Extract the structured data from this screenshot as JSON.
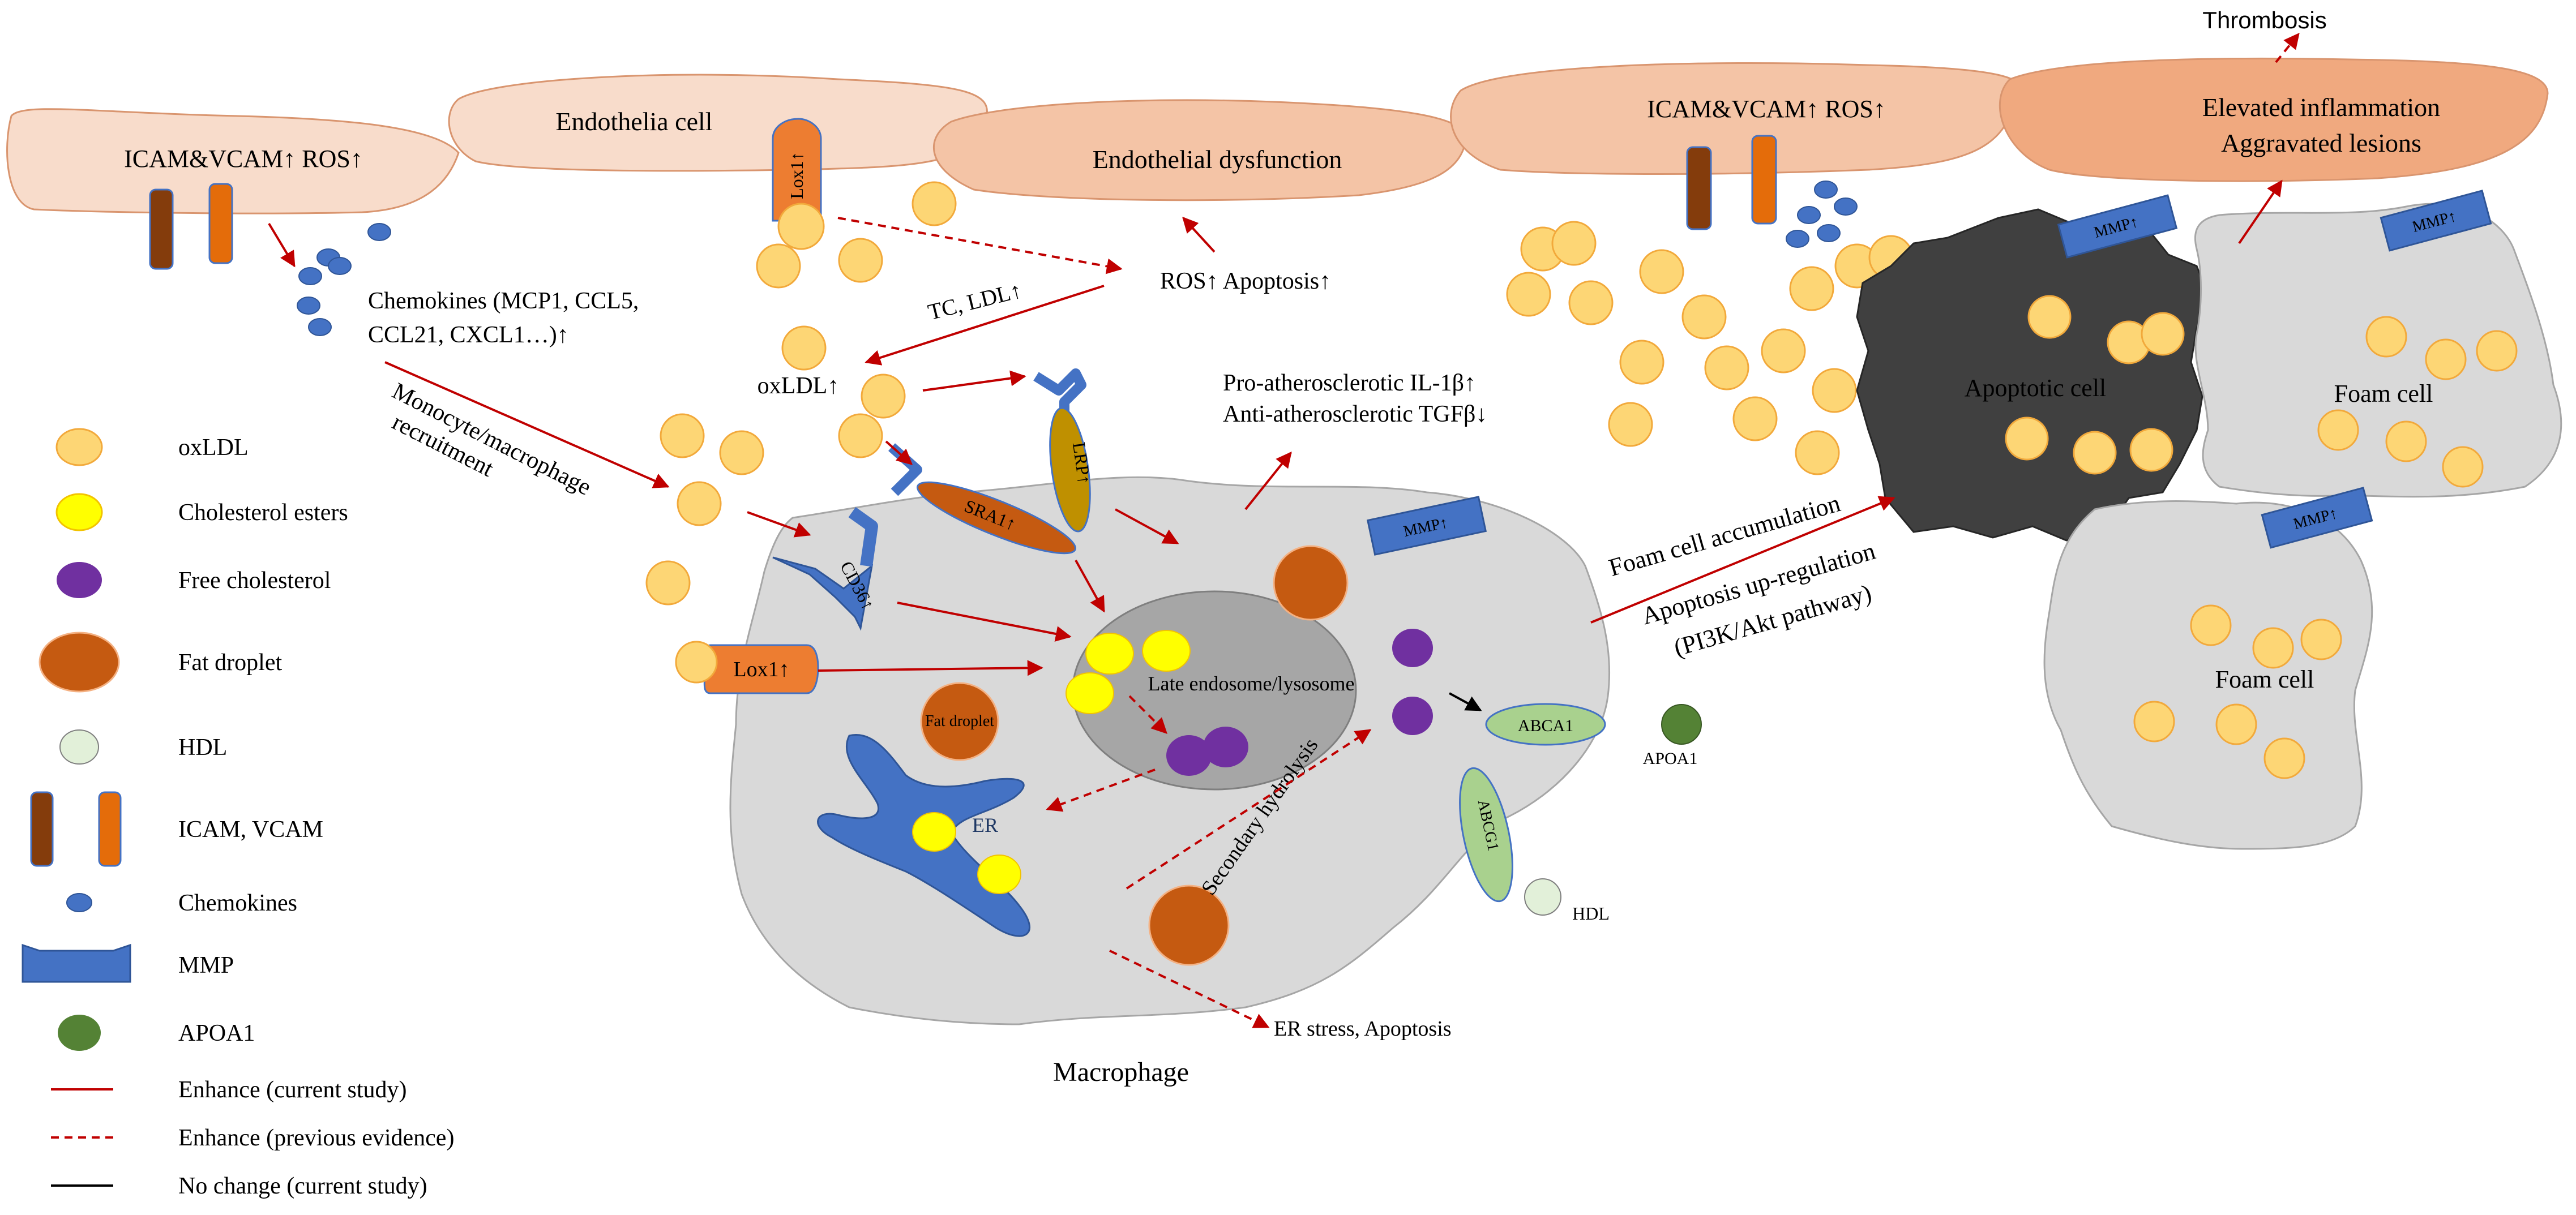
{
  "colors": {
    "endothelium_light": "#f8dccb",
    "endothelium_mid": "#f4c4a6",
    "endothelium_dark": "#f0a97f",
    "oxldl": "#fdd675",
    "oxldl_stroke": "#f2a93b",
    "cholesterol_ester": "#ffff00",
    "free_cholesterol": "#7030a0",
    "fat_droplet": "#c55a11",
    "hdl": "#e2f0d9",
    "icam": "#843c0c",
    "vcam": "#e46c0a",
    "chemokine": "#4472c4",
    "mmp": "#4472c4",
    "apoa1": "#548235",
    "arrow_red": "#c00000",
    "macrophage": "#d9d9d9",
    "apoptotic_cell": "#404040",
    "foam_cell": "#d9d9d9",
    "lox1": "#ed7d31",
    "lrp": "#bf9000",
    "abca1": "#a9d18e"
  },
  "endothelium": {
    "cell_label": "Endothelia cell",
    "left_markers": "ICAM&VCAM↑ ROS↑",
    "dysfunction": "Endothelial dysfunction",
    "right_markers": "ICAM&VCAM↑ ROS↑",
    "inflammation": "Elevated inflammation",
    "lesions": "Aggravated lesions",
    "thrombosis": "Thrombosis"
  },
  "labels": {
    "chemokines_line1": "Chemokines (MCP1, CCL5,",
    "chemokines_line2": "CCL21, CXCL1…)↑",
    "recruitment_line1": "Monocyte/macrophage",
    "recruitment_line2": "recruitment",
    "tc_ldl": "TC, LDL↑",
    "oxldl_up": "oxLDL↑",
    "ros_apoptosis": "ROS↑ Apoptosis↑",
    "il1b": "Pro-atherosclerotic IL-1β↑",
    "tgfb": "Anti-atherosclerotic TGFβ↓",
    "lox1_top": "Lox1↑",
    "lrp": "LRP↑",
    "sra1": "SRA1↑",
    "cd36": "CD36↑",
    "lox1": "Lox1↑",
    "mmp": "MMP↑",
    "late_endosome": "Late endosome/lysosome",
    "fat_droplet": "Fat droplet",
    "er": "ER",
    "secondary_hydrolysis": "Secondary hydrolysis",
    "er_stress": "ER stress, Apoptosis",
    "abca1": "ABCA1",
    "apoa1": "APOA1",
    "abcg1": "ABCG1",
    "hdl": "HDL",
    "macrophage": "Macrophage",
    "foam_accumulation": "Foam cell accumulation",
    "apoptosis_up": "Apoptosis up-regulation",
    "pi3k": "(PI3K/Akt pathway)",
    "apoptotic_cell": "Apoptotic cell",
    "foam_cell_1": "Foam cell",
    "foam_cell_2": "Foam cell"
  },
  "legend": [
    {
      "key": "oxldl",
      "label": "oxLDL"
    },
    {
      "key": "cholesterol_ester",
      "label": "Cholesterol esters"
    },
    {
      "key": "free_cholesterol",
      "label": "Free cholesterol"
    },
    {
      "key": "fat_droplet",
      "label": "Fat droplet"
    },
    {
      "key": "hdl",
      "label": "HDL"
    },
    {
      "key": "icam_vcam",
      "label": "ICAM,  VCAM"
    },
    {
      "key": "chemokine",
      "label": "Chemokines"
    },
    {
      "key": "mmp",
      "label": "MMP"
    },
    {
      "key": "apoa1",
      "label": "APOA1"
    },
    {
      "key": "enhance_current",
      "label": "Enhance (current study)"
    },
    {
      "key": "enhance_previous",
      "label": "Enhance (previous evidence)"
    },
    {
      "key": "no_change",
      "label": "No change (current study)"
    }
  ]
}
